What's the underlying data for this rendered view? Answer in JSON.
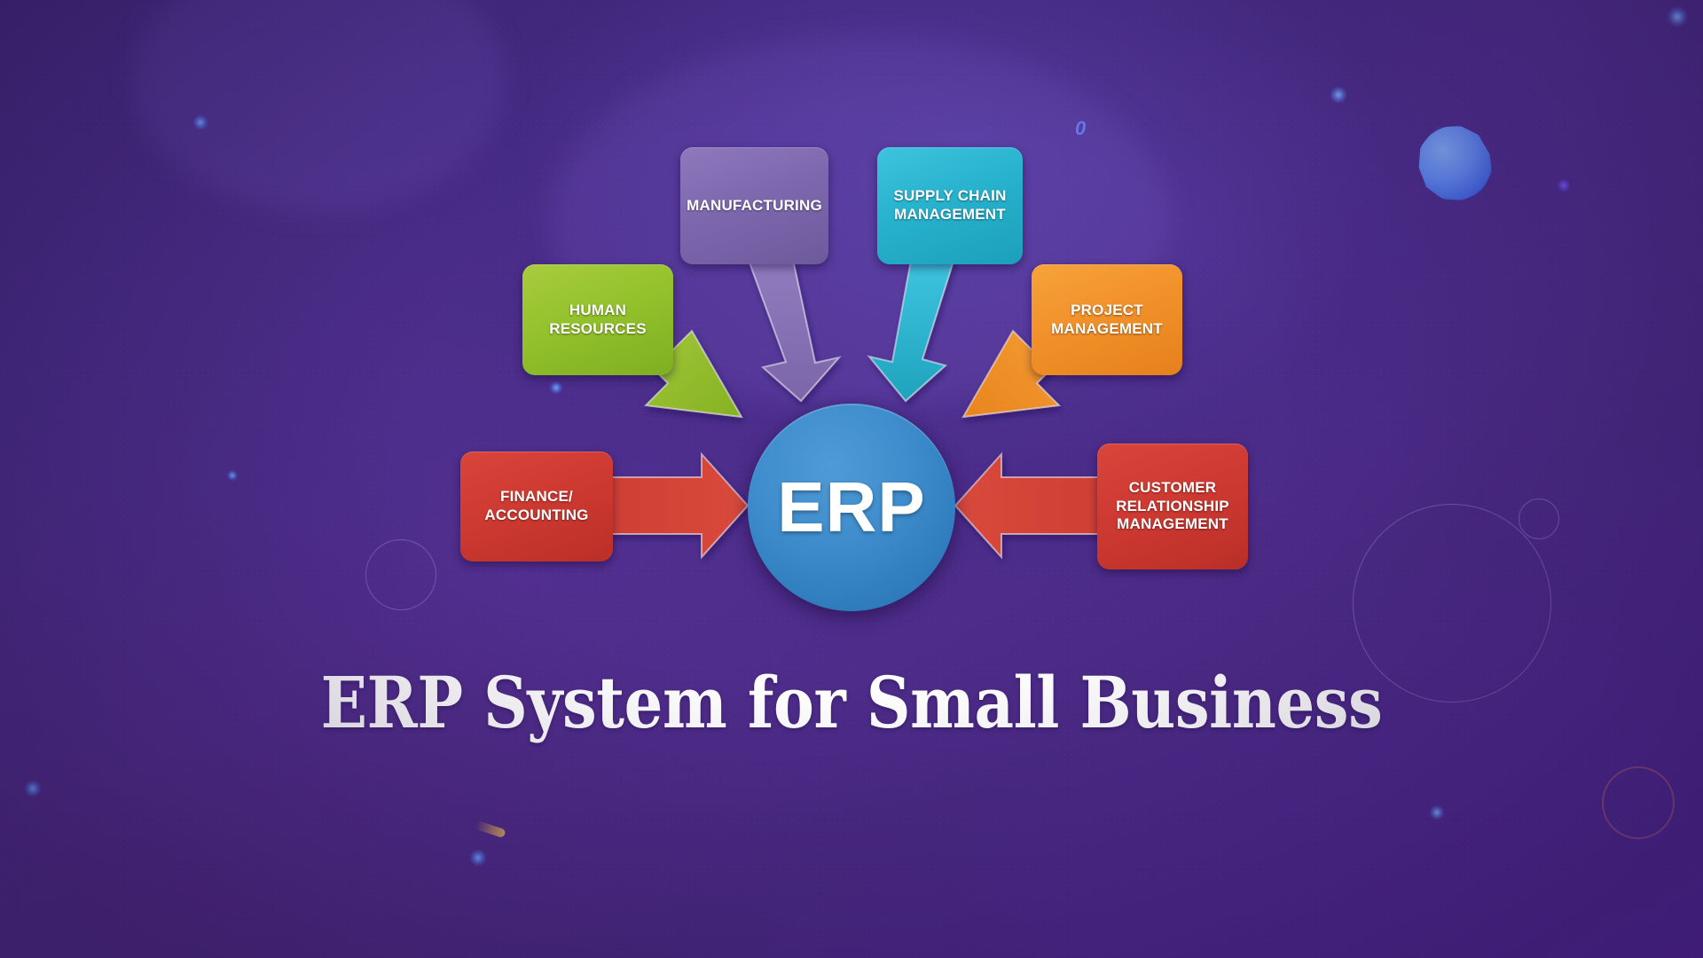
{
  "slide": {
    "headline": "ERP System for Small Business",
    "background_color": "#4a2d88",
    "accent_color": "#3f8dcd"
  },
  "center": {
    "label": "ERP",
    "color": "#3f8dcd"
  },
  "modules": [
    {
      "id": "manufacturing",
      "label": "MANUFACTURING",
      "color": "#7d68ae",
      "arrow_color": "#8e7ab8",
      "position": "top-left-center"
    },
    {
      "id": "supply-chain",
      "label": "SUPPLY CHAIN\nMANAGEMENT",
      "line1": "SUPPLY CHAIN",
      "line2": "MANAGEMENT",
      "color": "#27b2cd",
      "arrow_color": "#34bcd6",
      "position": "top-right-center"
    },
    {
      "id": "human-resources",
      "label": "HUMAN\nRESOURCES",
      "line1": "HUMAN",
      "line2": "RESOURCES",
      "color": "#93c22c",
      "arrow_color": "#9ec92f",
      "position": "mid-left"
    },
    {
      "id": "project-management",
      "label": "PROJECT\nMANAGEMENT",
      "line1": "PROJECT",
      "line2": "MANAGEMENT",
      "color": "#f2912a",
      "arrow_color": "#f2912a",
      "position": "mid-right"
    },
    {
      "id": "finance-accounting",
      "label": "FINANCE/\nACCOUNTING",
      "line1": "FINANCE/",
      "line2": "ACCOUNTING",
      "color": "#ce3a31",
      "arrow_color": "#cf3f33",
      "position": "bottom-left"
    },
    {
      "id": "customer-relationship-management",
      "label": "CUSTOMER\nRELATIONSHIP\nMANAGEMENT",
      "line1": "CUSTOMER",
      "line2": "RELATIONSHIP",
      "line3": "MANAGEMENT",
      "color": "#ce3a31",
      "arrow_color": "#cf3f33",
      "position": "bottom-right"
    }
  ],
  "decorations": {
    "large_ring_label": "outline-circle",
    "small_ring_label": "outline-circle-small",
    "sphere_label": "faceted-sphere"
  }
}
